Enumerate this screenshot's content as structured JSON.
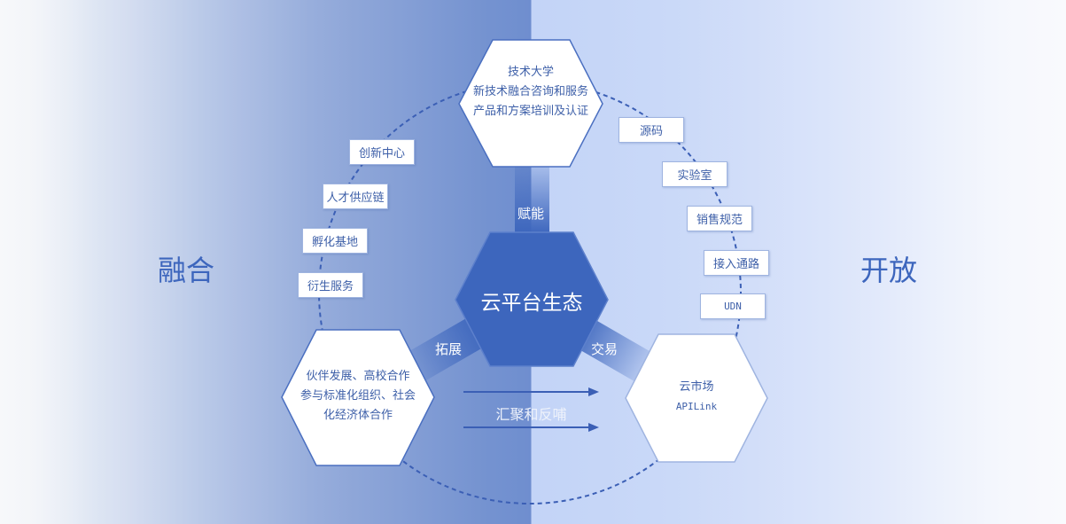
{
  "left_label": "融合",
  "right_label": "开放",
  "center": {
    "title": "云平台生态"
  },
  "top_hex": {
    "lines": [
      "技术大学",
      "新技术融合咨询和服务",
      "产品和方案培训及认证"
    ]
  },
  "left_hex": {
    "lines": [
      "伙伴发展、高校合作",
      "参与标准化组织、社会",
      "化经济体合作"
    ]
  },
  "right_hex": {
    "lines": [
      "云市场",
      "APILink"
    ]
  },
  "connectors": {
    "top": "赋能",
    "left": "拓展",
    "right": "交易"
  },
  "flow_label": "汇聚和反哺",
  "left_boxes": [
    "创新中心",
    "人才供应链",
    "孵化基地",
    "衍生服务"
  ],
  "right_boxes": [
    "源码",
    "实验室",
    "销售规范",
    "接入通路",
    "UDN"
  ],
  "colors": {
    "primary": "#3d66bd",
    "line": "#3b5fb5"
  }
}
